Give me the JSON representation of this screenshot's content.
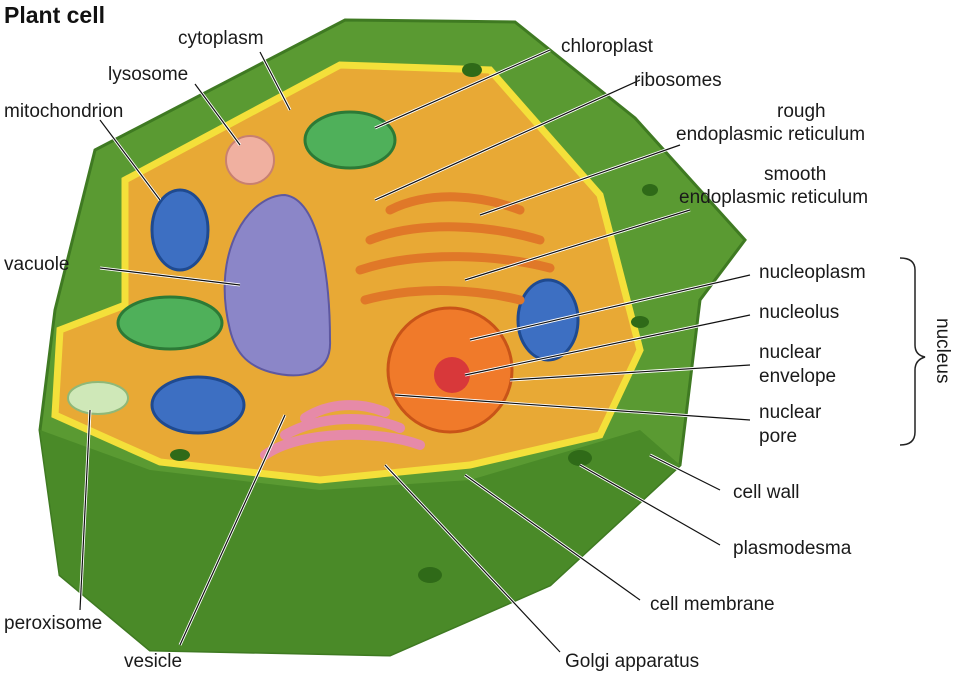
{
  "title": "Plant cell",
  "labels": {
    "cytoplasm": "cytoplasm",
    "lysosome": "lysosome",
    "mitochondrion": "mitochondrion",
    "vacuole": "vacuole",
    "peroxisome": "peroxisome",
    "vesicle": "vesicle",
    "chloroplast": "chloroplast",
    "ribosomes": "ribosomes",
    "rough_er_1": "rough",
    "rough_er_2": "endoplasmic reticulum",
    "smooth_er_1": "smooth",
    "smooth_er_2": "endoplasmic reticulum",
    "nucleoplasm": "nucleoplasm",
    "nucleolus": "nucleolus",
    "nuclear_envelope_1": "nuclear",
    "nuclear_envelope_2": "envelope",
    "nuclear_pore_1": "nuclear",
    "nuclear_pore_2": "pore",
    "nucleus": "nucleus",
    "cell_wall": "cell wall",
    "plasmodesma": "plasmodesma",
    "cell_membrane": "cell membrane",
    "golgi": "Golgi apparatus"
  },
  "colors": {
    "cell_wall": "#5a9a32",
    "cell_wall_dark": "#3f7a22",
    "cytoplasm": "#e8a935",
    "membrane": "#f4e03a",
    "vacuole": "#8b86c8",
    "nucleus": "#f07a2a",
    "nucleolus": "#d8383a",
    "chloroplast": "#4fb05a",
    "mitochondrion": "#3d6fc2",
    "golgi": "#e68aa8",
    "er": "#e07828",
    "lysosome": "#f0b0a0",
    "peroxisome": "#cfe8b8"
  }
}
